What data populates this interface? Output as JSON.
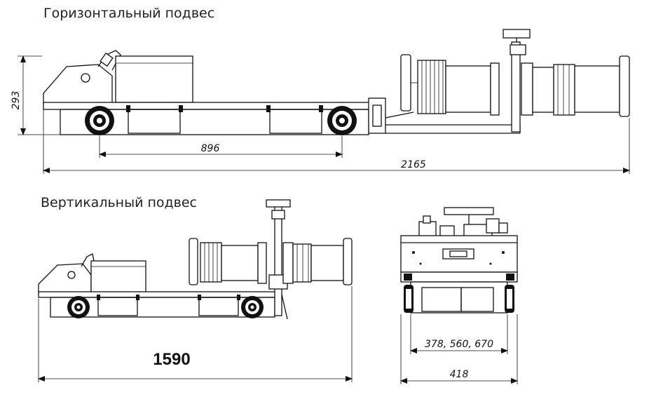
{
  "captions": {
    "horizontal": "Горизонтальный подвес",
    "vertical": "Вертикальный подвес"
  },
  "dimensions": {
    "height": "293",
    "wheelbase": "896",
    "total_length_horizontal": "2165",
    "total_length_vertical": "1590",
    "inner_widths": "378, 560, 670",
    "total_width": "418"
  }
}
